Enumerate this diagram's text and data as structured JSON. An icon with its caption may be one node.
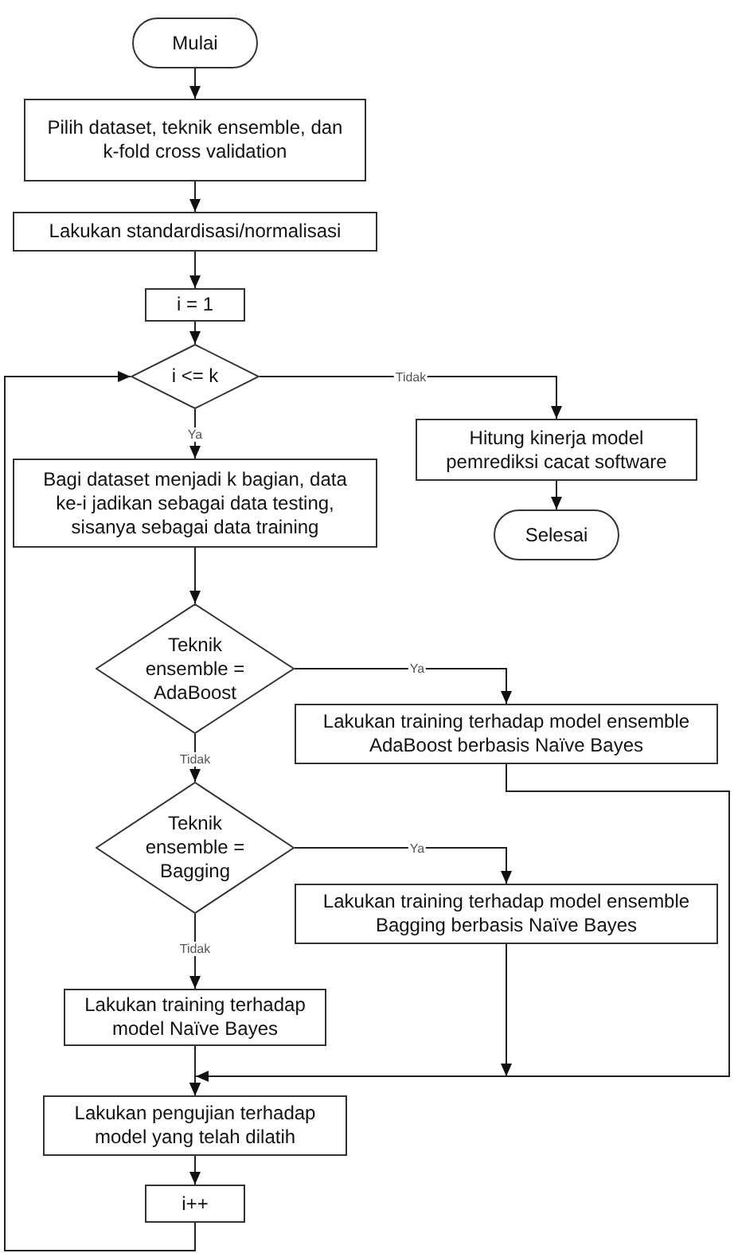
{
  "diagram": {
    "nodes": [
      {
        "text": [
          "Mulai"
        ]
      },
      {
        "text": [
          "Pilih dataset, teknik ensemble, dan k-fold cross validation"
        ]
      },
      {
        "text": [
          "Lakukan standardisasi/normalisasi"
        ]
      },
      {
        "text": [
          "i = 1"
        ]
      },
      {
        "text": [
          "i <= k"
        ]
      },
      {
        "text": [
          "Hitung kinerja model pemrediksi cacat software"
        ]
      },
      {
        "text": [
          "Bagi dataset menjadi k bagian, data ke-i jadikan sebagai data testing, sisanya sebagai data training"
        ]
      },
      {
        "text": [
          "Selesai"
        ]
      },
      {
        "text": [
          "Teknik ensemble = AdaBoost"
        ]
      },
      {
        "text": [
          "Lakukan training terhadap model ensemble AdaBoost berbasis Naïve Bayes"
        ]
      },
      {
        "text": [
          "Teknik ensemble = Bagging"
        ]
      },
      {
        "text": [
          "Lakukan training terhadap model ensemble Bagging berbasis Naïve Bayes"
        ]
      },
      {
        "text": [
          "Lakukan training terhadap model Naïve Bayes"
        ]
      },
      {
        "text": [
          "Lakukan pengujian terhadap model yang telah dilatih"
        ]
      },
      {
        "text": [
          "i++"
        ]
      }
    ],
    "edges": [
      {
        "from": 0,
        "to": 1,
        "arrow": "to"
      },
      {
        "from": 1,
        "to": 2,
        "arrow": "to"
      },
      {
        "from": 2,
        "to": 3,
        "arrow": "to"
      },
      {
        "from": 3,
        "to": 4,
        "arrow": "to"
      },
      {
        "from": 4,
        "to": 5,
        "arrow": "to",
        "label": "Tidak"
      },
      {
        "from": 4,
        "to": 6,
        "arrow": "to",
        "label": "Ya"
      },
      {
        "from": 5,
        "to": 7,
        "arrow": "to"
      },
      {
        "from": 6,
        "to": 8,
        "arrow": "to"
      },
      {
        "from": 8,
        "to": 9,
        "arrow": "to",
        "label": "Ya"
      },
      {
        "from": 8,
        "to": 10,
        "arrow": "to",
        "label": "Tidak"
      },
      {
        "from": 10,
        "to": 11,
        "arrow": "to",
        "label": "Ya"
      },
      {
        "from": 10,
        "to": 12,
        "arrow": "to",
        "label": "Tidak"
      },
      {
        "from": 9,
        "to": 13,
        "arrow": "to"
      },
      {
        "from": 11,
        "to": 13,
        "arrow": "to"
      },
      {
        "from": 12,
        "to": 13,
        "arrow": "to"
      },
      {
        "from": 13,
        "to": 14,
        "arrow": "to"
      },
      {
        "from": 14,
        "to": 4,
        "arrow": "to"
      }
    ]
  }
}
